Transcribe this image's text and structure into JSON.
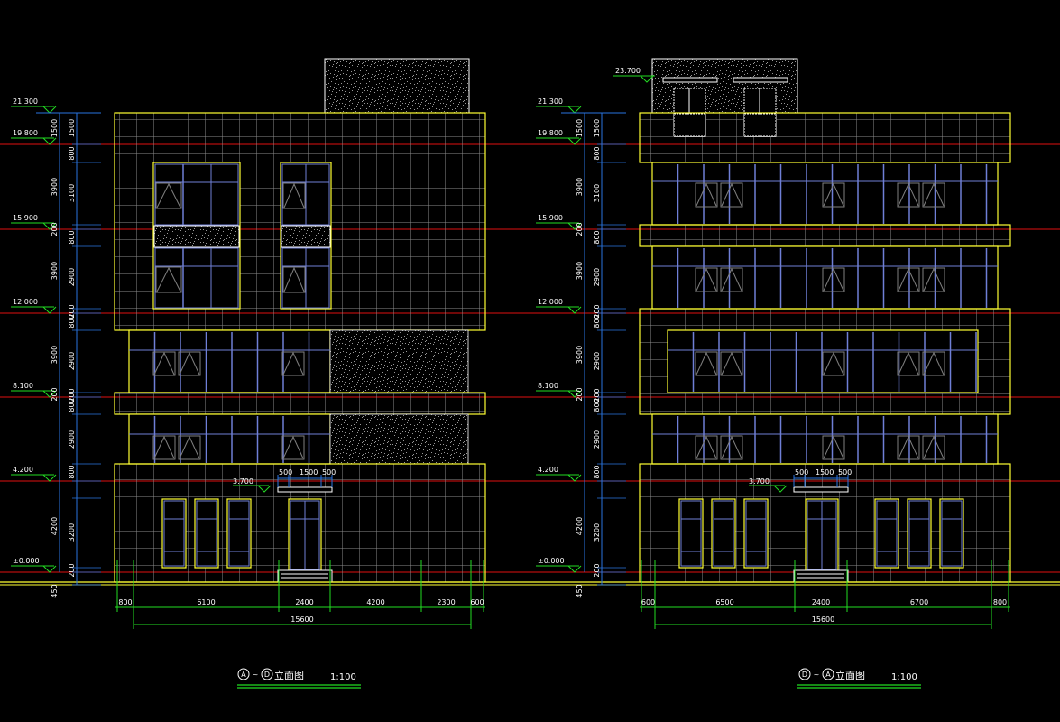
{
  "colors": {
    "background": "#000000",
    "outline": "#ffff33",
    "tile_grid": "#8c8c8c",
    "window_frame": "#6f7fd6",
    "glass_pattern": "#808080",
    "floor_line": "#e01010",
    "dimension_line": "#2a74e0",
    "level_marker": "#22dd22",
    "text": "#ffffff",
    "stone_texture": "#9a9a9a"
  },
  "elevations": [
    {
      "id": "front",
      "title_from_axis": "A",
      "title_to_axis": "D",
      "title_connector": "~",
      "title_text": "立面图",
      "scale": "1:100",
      "level_labels": [
        "21.300",
        "19.800",
        "15.900",
        "12.000",
        "8.100",
        "4.200",
        "±0.000"
      ],
      "roof_level_label": "",
      "outer_dims": [
        "1500",
        "3900",
        "200",
        "3900",
        "3900",
        "200",
        "4200",
        "450"
      ],
      "inner_dims": [
        "1500",
        "800",
        "3100",
        "800",
        "2900",
        "200",
        "800",
        "2900",
        "200",
        "800",
        "2900",
        "800",
        "3200",
        "200"
      ],
      "canopy_level": "3.700",
      "canopy_dims": [
        "500",
        "1500",
        "500"
      ],
      "bottom_dims": [
        "800",
        "6100",
        "2400",
        "4200",
        "2300",
        "600"
      ],
      "total_width": "15600"
    },
    {
      "id": "rear",
      "title_from_axis": "D",
      "title_to_axis": "A",
      "title_connector": "~",
      "title_text": "立面图",
      "scale": "1:100",
      "level_labels": [
        "21.300",
        "19.800",
        "15.900",
        "12.000",
        "8.100",
        "4.200",
        "±0.000"
      ],
      "roof_level_label": "23.700",
      "outer_dims": [
        "1500",
        "3900",
        "200",
        "3900",
        "3900",
        "200",
        "4200",
        "450"
      ],
      "inner_dims": [
        "1500",
        "800",
        "3100",
        "800",
        "2900",
        "200",
        "800",
        "2900",
        "200",
        "800",
        "2900",
        "800",
        "3200",
        "200"
      ],
      "canopy_level": "3.700",
      "canopy_dims": [
        "500",
        "1500",
        "500"
      ],
      "bottom_dims": [
        "600",
        "6500",
        "2400",
        "6700",
        "800"
      ],
      "total_width": "15600"
    }
  ]
}
